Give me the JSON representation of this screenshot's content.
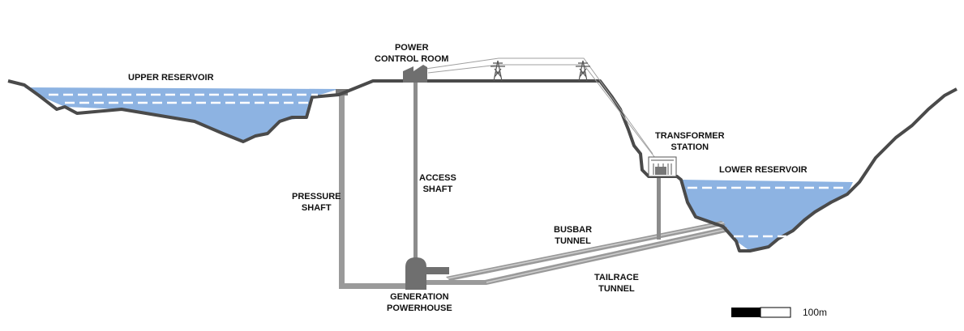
{
  "colors": {
    "water": "#8db3e2",
    "ground": "#4a4a4a",
    "pipe": "#9a9a9a",
    "shaft": "#8c8c8c",
    "building": "#6f6f6f",
    "waterline": "#ffffff",
    "line": "#a0a0a0"
  },
  "labels": {
    "upper_reservoir": [
      "UPPER RESERVOIR"
    ],
    "power_control_room": [
      "POWER",
      "CONTROL ROOM"
    ],
    "transformer_station": [
      "TRANSFORMER",
      "STATION"
    ],
    "lower_reservoir": [
      "LOWER RESERVOIR"
    ],
    "access_shaft": [
      "ACCESS",
      "SHAFT"
    ],
    "pressure_shaft": [
      "PRESSURE",
      "SHAFT"
    ],
    "busbar_tunnel": [
      "BUSBAR",
      "TUNNEL"
    ],
    "tailrace_tunnel": [
      "TAILRACE",
      "TUNNEL"
    ],
    "generation_powerhouse": [
      "GENERATION",
      "POWERHOUSE"
    ]
  },
  "scale_bar": {
    "label": "100m"
  },
  "icons": {
    "pylon": "transmission-tower-icon",
    "transformer": "transformer-icon",
    "control_room": "control-building-icon",
    "powerhouse": "powerhouse-icon"
  }
}
